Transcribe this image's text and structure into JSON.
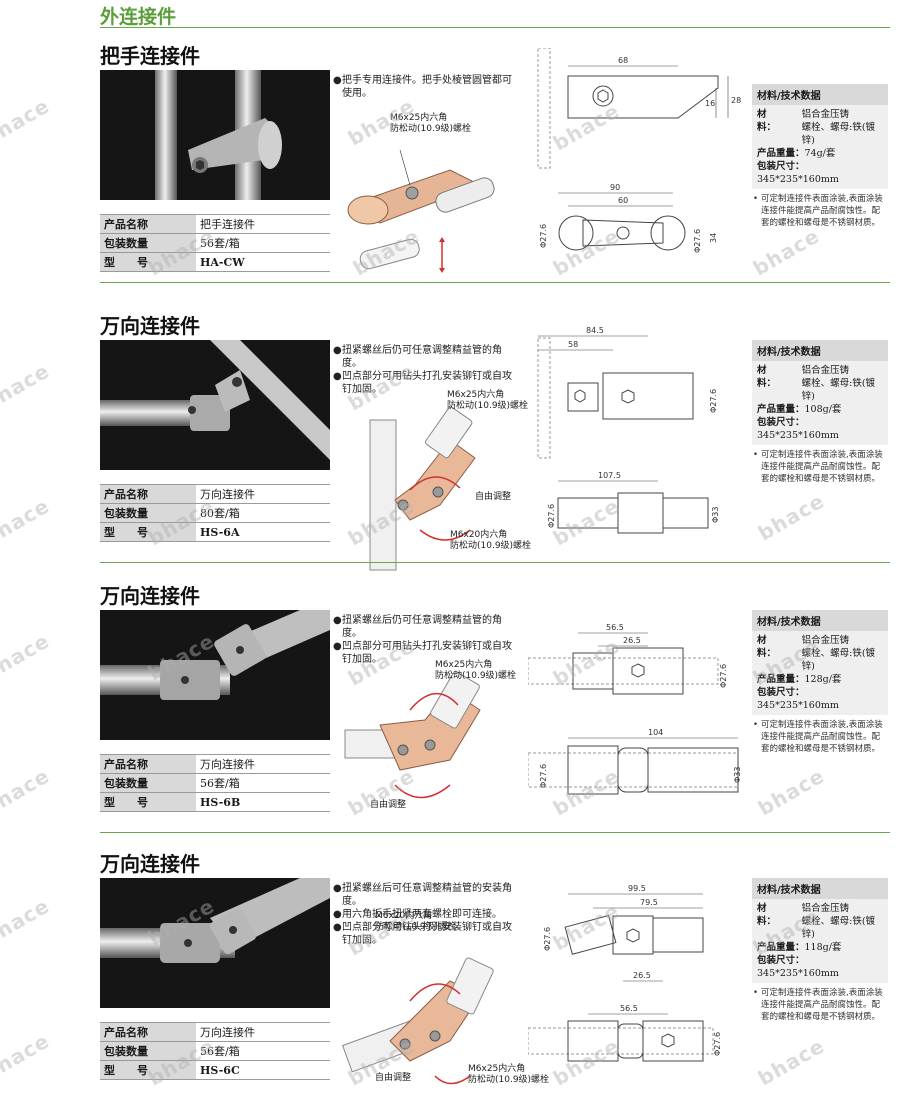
{
  "header": {
    "title": "外连接件"
  },
  "watermark": "bhace",
  "spec_title": "材料/技术数据",
  "sections": [
    {
      "title": "把手连接件",
      "table": [
        {
          "label": "产品名称",
          "value": "把手连接件"
        },
        {
          "label": "包装数量",
          "value": "56套/箱"
        },
        {
          "label": "型　　号",
          "value": "HA-CW"
        }
      ],
      "bullets": [
        "把手专用连接件。把手处棱管圆管都可使用。"
      ],
      "callouts": [
        "M6x25内六角\n防松动(10.9级)螺栓"
      ],
      "dims": [
        "68",
        "16",
        "28",
        "90",
        "60",
        "Φ27.6",
        "Φ27.6",
        "34"
      ],
      "spec": {
        "material_label": "材　　料：",
        "material": "铝合金压铸\n螺栓、螺母:铁(镀锌)",
        "weight_label": "产品重量：",
        "weight": "74g/套",
        "size_label": "包装尺寸：",
        "size": "345*235*160mm"
      },
      "note": "可定制连接件表面涂装,表面涂装连接件能提高产品耐腐蚀性。配套的螺栓和螺母是不锈钢材质。"
    },
    {
      "title": "万向连接件",
      "table": [
        {
          "label": "产品名称",
          "value": "万向连接件"
        },
        {
          "label": "包装数量",
          "value": "80套/箱"
        },
        {
          "label": "型　　号",
          "value": "HS-6A"
        }
      ],
      "bullets": [
        "扭紧螺丝后仍可任意调整精益管的角度。",
        "凹点部分可用钻头打孔安装铆钉或自攻钉加固。"
      ],
      "callouts": [
        "M6x25内六角\n防松动(10.9级)螺栓",
        "自由调整",
        "M6x20内六角\n防松动(10.9级)螺栓"
      ],
      "dims": [
        "84.5",
        "58",
        "Φ27.6",
        "107.5",
        "Φ27.6",
        "Φ33"
      ],
      "spec": {
        "material_label": "材　　料：",
        "material": "铝合金压铸\n螺栓、螺母:铁(镀锌)",
        "weight_label": "产品重量：",
        "weight": "108g/套",
        "size_label": "包装尺寸：",
        "size": "345*235*160mm"
      },
      "note": "可定制连接件表面涂装,表面涂装连接件能提高产品耐腐蚀性。配套的螺栓和螺母是不锈钢材质。"
    },
    {
      "title": "万向连接件",
      "table": [
        {
          "label": "产品名称",
          "value": "万向连接件"
        },
        {
          "label": "包装数量",
          "value": "56套/箱"
        },
        {
          "label": "型　　号",
          "value": "HS-6B"
        }
      ],
      "bullets": [
        "扭紧螺丝后仍可任意调整精益管的角度。",
        "凹点部分可用钻头打孔安装铆钉或自攻钉加固。"
      ],
      "callouts": [
        "M6x25内六角\n防松动(10.9级)螺栓",
        "自由调整"
      ],
      "dims": [
        "56.5",
        "26.5",
        "Φ27.6",
        "104",
        "Φ27.6",
        "Φ33"
      ],
      "spec": {
        "material_label": "材　　料：",
        "material": "铝合金压铸\n螺栓、螺母:铁(镀锌)",
        "weight_label": "产品重量：",
        "weight": "128g/套",
        "size_label": "包装尺寸：",
        "size": "345*235*160mm"
      },
      "note": "可定制连接件表面涂装,表面涂装连接件能提高产品耐腐蚀性。配套的螺栓和螺母是不锈钢材质。"
    },
    {
      "title": "万向连接件",
      "table": [
        {
          "label": "产品名称",
          "value": "万向连接件"
        },
        {
          "label": "包装数量",
          "value": "56套/箱"
        },
        {
          "label": "型　　号",
          "value": "HS-6C"
        }
      ],
      "bullets": [
        "扭紧螺丝后可任意调整精益管的安装角度。",
        "用六角扳手扭紧两套螺栓即可连接。",
        "凹点部分可用钻头打孔安装铆钉或自攻钉加固。"
      ],
      "callouts": [
        "M6x20内六角\n防松动(10.9级)螺栓",
        "自由调整",
        "M6x25内六角\n防松动(10.9级)螺栓"
      ],
      "dims": [
        "99.5",
        "79.5",
        "Φ27.6",
        "26.5",
        "56.5",
        "Φ27.6"
      ],
      "spec": {
        "material_label": "材　　料：",
        "material": "铝合金压铸\n螺栓、螺母:铁(镀锌)",
        "weight_label": "产品重量：",
        "weight": "118g/套",
        "size_label": "包装尺寸：",
        "size": "345*235*160mm"
      },
      "note": "可定制连接件表面涂装,表面涂装连接件能提高产品耐腐蚀性。配套的螺栓和螺母是不锈钢材质。"
    }
  ]
}
